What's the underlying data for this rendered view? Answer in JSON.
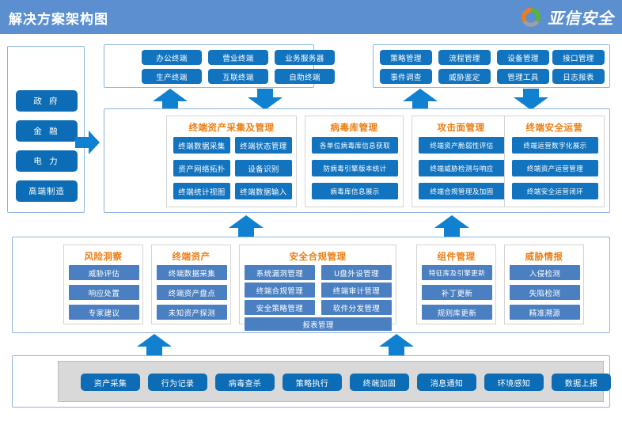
{
  "header": {
    "title": "解决方案架构图",
    "brand_name": "亚信安全",
    "logo_icon": "ring-logo-icon",
    "bg_color": "#5b8fd0"
  },
  "colors": {
    "accent_orange": "#ee7d10",
    "pill_blue": "#1273bf",
    "pill_light_blue": "#4a7fc1",
    "frame_border": "#8fb3e0",
    "grey_bar": "#d9d9d9"
  },
  "sidebar": {
    "items": [
      {
        "label": "政 府"
      },
      {
        "label": "金 融"
      },
      {
        "label": "电 力"
      },
      {
        "label": "高端制造"
      }
    ]
  },
  "row1": {
    "left_group": {
      "items": [
        {
          "label": "办公终端"
        },
        {
          "label": "营业终端"
        },
        {
          "label": "业务服务器"
        },
        {
          "label": "生产终端"
        },
        {
          "label": "互联终端"
        },
        {
          "label": "自助终端"
        }
      ]
    },
    "right_group": {
      "items": [
        {
          "label": "策略管理"
        },
        {
          "label": "流程管理"
        },
        {
          "label": "设备管理"
        },
        {
          "label": "接口管理"
        },
        {
          "label": "事件调查"
        },
        {
          "label": "威胁鉴定"
        },
        {
          "label": "管理工具"
        },
        {
          "label": "日志报表"
        }
      ]
    }
  },
  "row2": {
    "panels": [
      {
        "title": "终端资产采集及管理",
        "items": [
          {
            "label": "终端数据采集"
          },
          {
            "label": "终端状态管理"
          },
          {
            "label": "资产网络拓扑"
          },
          {
            "label": "设备识别"
          },
          {
            "label": "终端统计视图"
          },
          {
            "label": "终端数据输入"
          }
        ]
      },
      {
        "title": "病毒库管理",
        "items": [
          {
            "label": "各单位病毒库信息获取"
          },
          {
            "label": "防病毒引擎版本统计"
          },
          {
            "label": "病毒库信息展示"
          }
        ]
      },
      {
        "title": "攻击面管理",
        "items": [
          {
            "label": "终端资产脆弱性评估"
          },
          {
            "label": "终端威胁检测与响应"
          },
          {
            "label": "终端合规管理及加固"
          }
        ]
      },
      {
        "title": "终端安全运营",
        "items": [
          {
            "label": "终端运营数字化展示"
          },
          {
            "label": "终端资产运营管理"
          },
          {
            "label": "终端安全运营闭环"
          }
        ]
      }
    ]
  },
  "row3": {
    "panels": [
      {
        "title": "风险洞察",
        "items": [
          {
            "label": "威胁评估"
          },
          {
            "label": "响应处置"
          },
          {
            "label": "专家建议"
          }
        ]
      },
      {
        "title": "终端资产",
        "items": [
          {
            "label": "终端数据采集"
          },
          {
            "label": "终端资产盘点"
          },
          {
            "label": "未知资产探测"
          }
        ]
      },
      {
        "title": "安全合规管理",
        "items": [
          {
            "label": "系统漏洞管理"
          },
          {
            "label": "U盘外设管理"
          },
          {
            "label": "终端合规管理"
          },
          {
            "label": "终端审计管理"
          },
          {
            "label": "安全策略管理"
          },
          {
            "label": "软件分发管理"
          },
          {
            "label": "报表管理"
          }
        ]
      },
      {
        "title": "组件管理",
        "items": [
          {
            "label": "特征库及引擎更新"
          },
          {
            "label": "补丁更新"
          },
          {
            "label": "规则库更新"
          }
        ]
      },
      {
        "title": "威胁情报",
        "items": [
          {
            "label": "入侵检测"
          },
          {
            "label": "失陷检测"
          },
          {
            "label": "精准溯源"
          }
        ]
      }
    ]
  },
  "row4": {
    "items": [
      {
        "label": "资产采集"
      },
      {
        "label": "行为记录"
      },
      {
        "label": "病毒查杀"
      },
      {
        "label": "策略执行"
      },
      {
        "label": "终端加固"
      },
      {
        "label": "消息通知"
      },
      {
        "label": "环境感知"
      },
      {
        "label": "数据上报"
      }
    ]
  },
  "arrows": [
    {
      "name": "arrow-sidebar-to-row2",
      "direction": "right"
    },
    {
      "name": "arrow-row2-to-row1-left",
      "direction": "up"
    },
    {
      "name": "arrow-row1-to-row2-left",
      "direction": "down"
    },
    {
      "name": "arrow-row2-to-row1-right",
      "direction": "up"
    },
    {
      "name": "arrow-row1-to-row2-right",
      "direction": "down"
    },
    {
      "name": "arrow-row3-to-row2-left",
      "direction": "up"
    },
    {
      "name": "arrow-row3-to-row2-right",
      "direction": "up"
    },
    {
      "name": "arrow-row4-to-row3-left",
      "direction": "up"
    },
    {
      "name": "arrow-row4-to-row3-right",
      "direction": "up"
    }
  ]
}
